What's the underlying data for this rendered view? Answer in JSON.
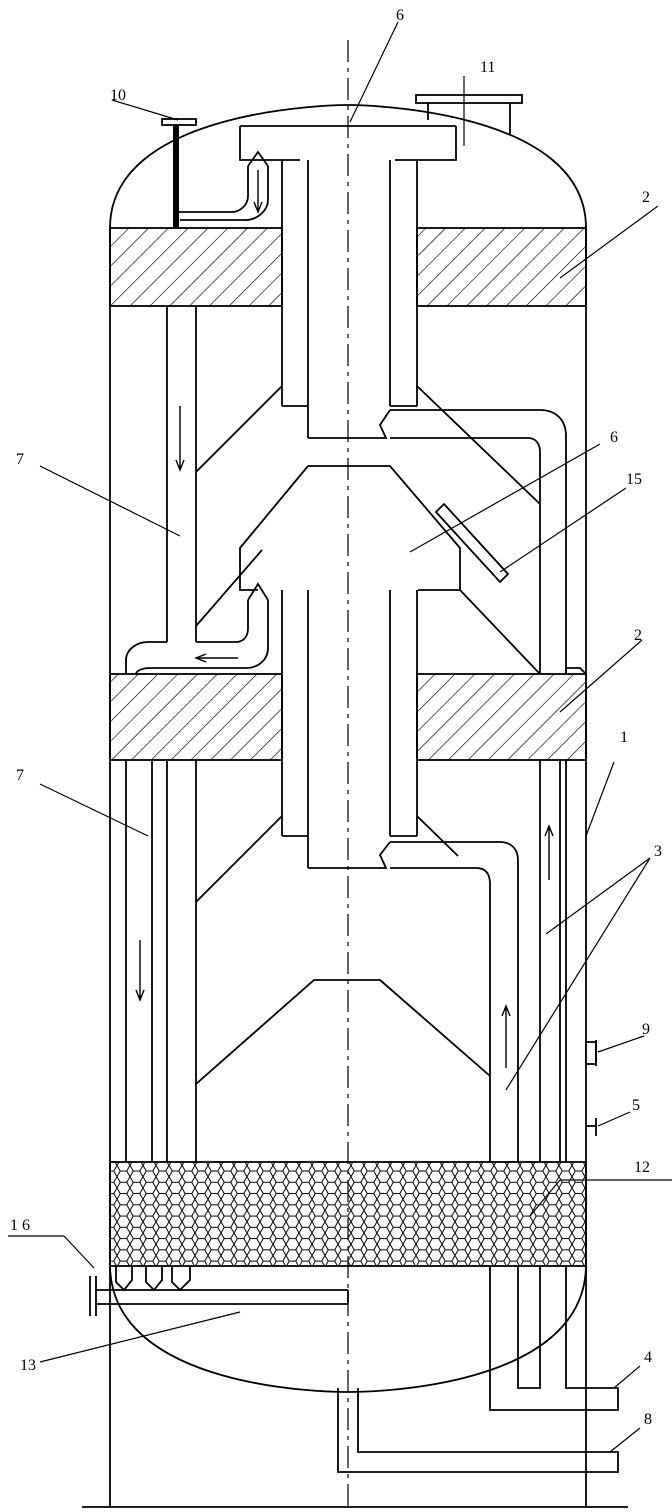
{
  "labels": {
    "l1": "1",
    "l2a": "2",
    "l2b": "2",
    "l3": "3",
    "l4": "4",
    "l5": "5",
    "l6a": "6",
    "l6b": "6",
    "l7a": "7",
    "l7b": "7",
    "l8": "8",
    "l9": "9",
    "l10": "10",
    "l11": "11",
    "l12": "12",
    "l13": "13",
    "l15": "15",
    "l16": "1 6"
  },
  "colors": {
    "line": "#000000",
    "background": "#ffffff"
  }
}
